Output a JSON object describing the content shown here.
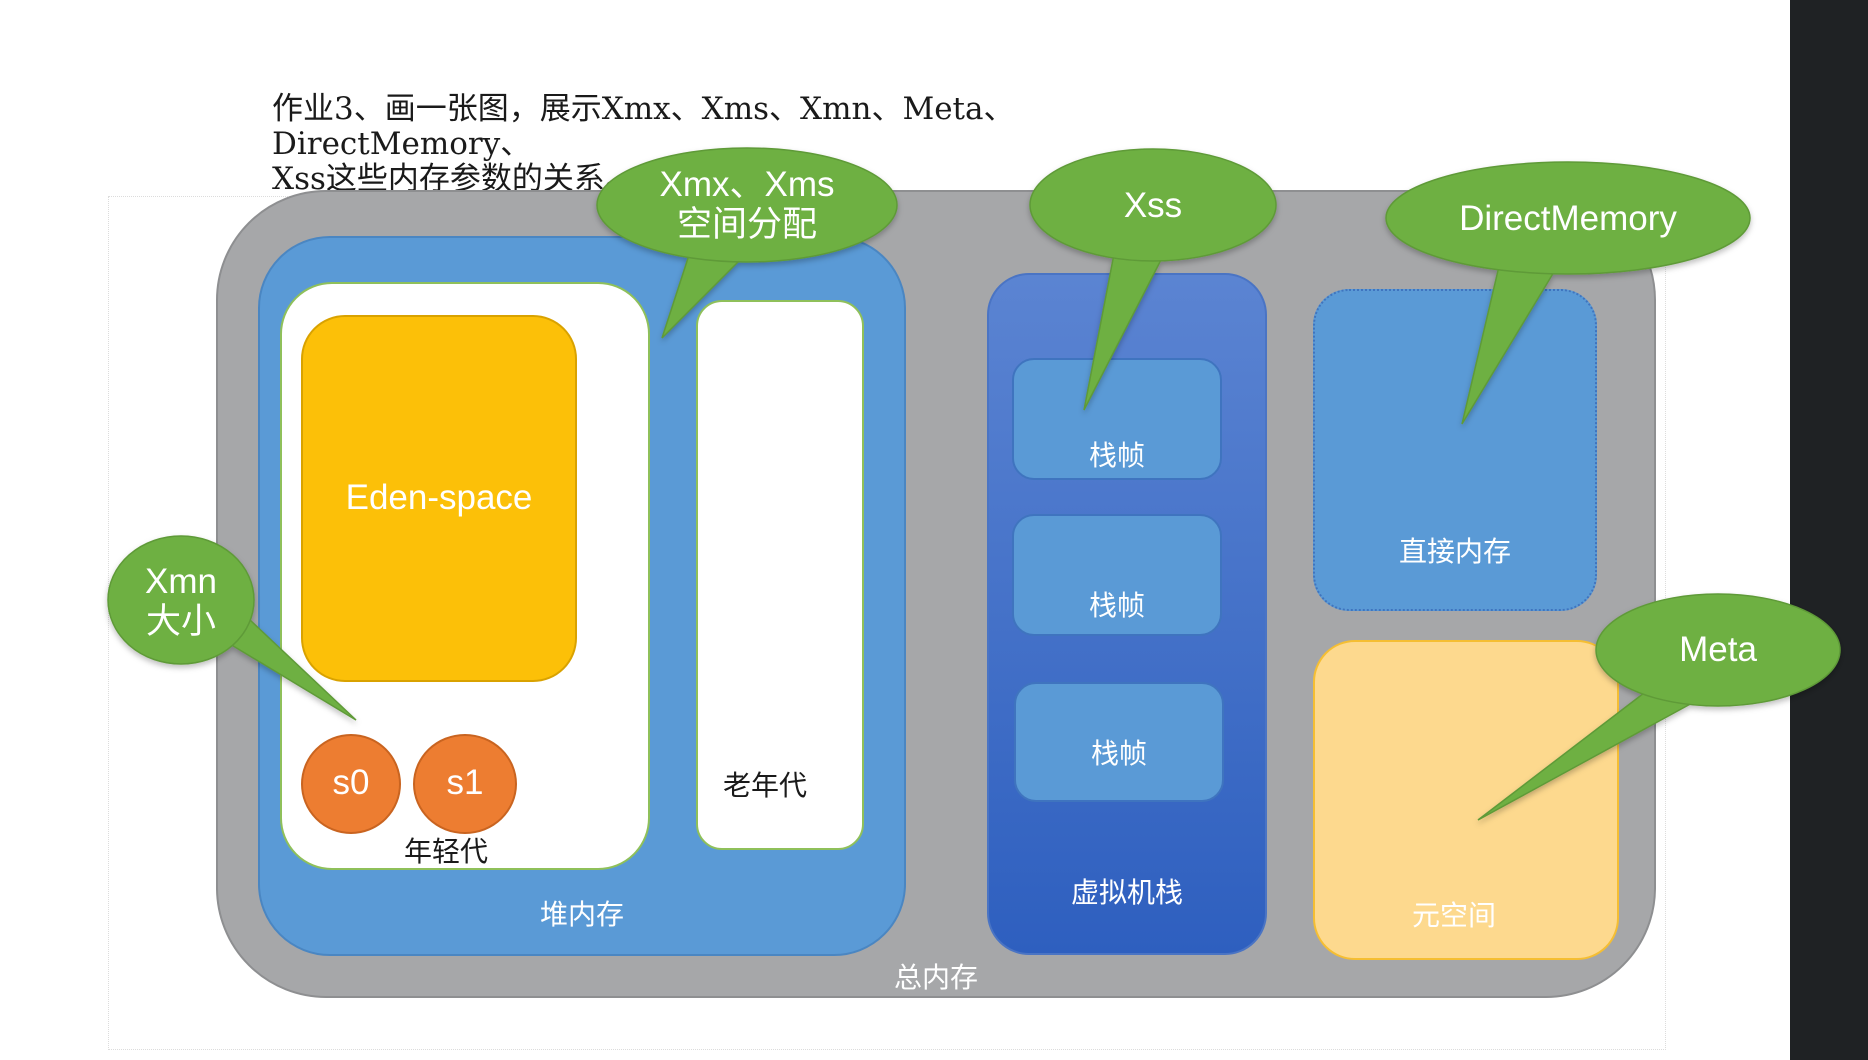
{
  "title": {
    "line1": "作业3、画一张图，展示Xmx、Xms、Xmn、Meta、DirectMemory、",
    "line2": "Xss这些内存参数的关系。"
  },
  "total_memory": {
    "label": "总内存"
  },
  "heap": {
    "label": "堆内存",
    "young_gen": {
      "label": "年轻代",
      "eden": "Eden-space",
      "s0": "s0",
      "s1": "s1"
    },
    "old_gen": {
      "label": "老年代"
    }
  },
  "vm_stack": {
    "label": "虚拟机栈",
    "frames": [
      "栈帧",
      "栈帧",
      "栈帧"
    ]
  },
  "direct_memory": {
    "label": "直接内存"
  },
  "metaspace": {
    "label": "元空间"
  },
  "callouts": {
    "xmx_xms": {
      "line1": "Xmx、Xms",
      "line2": "空间分配"
    },
    "xss": {
      "text": "Xss"
    },
    "direct": {
      "text": "DirectMemory"
    },
    "xmn": {
      "line1": "Xmn",
      "line2": "大小"
    },
    "meta": {
      "text": "Meta"
    }
  },
  "colors": {
    "total_bg": "#a6a7a9",
    "heap_blue": "#5a9ad6",
    "eden_yellow": "#fcc008",
    "survivor_orange": "#ed7d31",
    "stack_blue_top": "#5b84d2",
    "stack_blue_bottom": "#2e5fbf",
    "frame_blue": "#5a9ad6",
    "meta_yellow": "#fdd98e",
    "bubble_green": "#6eb043",
    "strip_dark": "#1f2224"
  }
}
